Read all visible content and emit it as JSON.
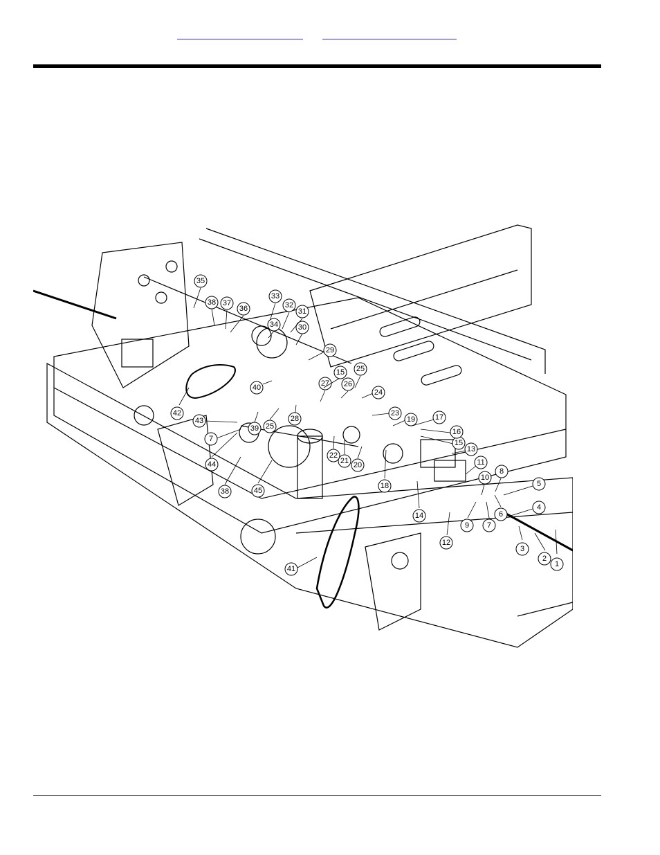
{
  "header": {
    "link_1": "",
    "link_2": ""
  },
  "diagram": {
    "part_callouts": [
      "1",
      "2",
      "3",
      "4",
      "5",
      "6",
      "7",
      "8",
      "9",
      "10",
      "11",
      "12",
      "13",
      "14",
      "15",
      "16",
      "17",
      "18",
      "19",
      "20",
      "21",
      "22",
      "23",
      "24",
      "25",
      "26",
      "27",
      "28",
      "29",
      "30",
      "31",
      "32",
      "33",
      "34",
      "35",
      "36",
      "37",
      "38",
      "39",
      "40",
      "41",
      "42",
      "43",
      "44",
      "45"
    ]
  }
}
